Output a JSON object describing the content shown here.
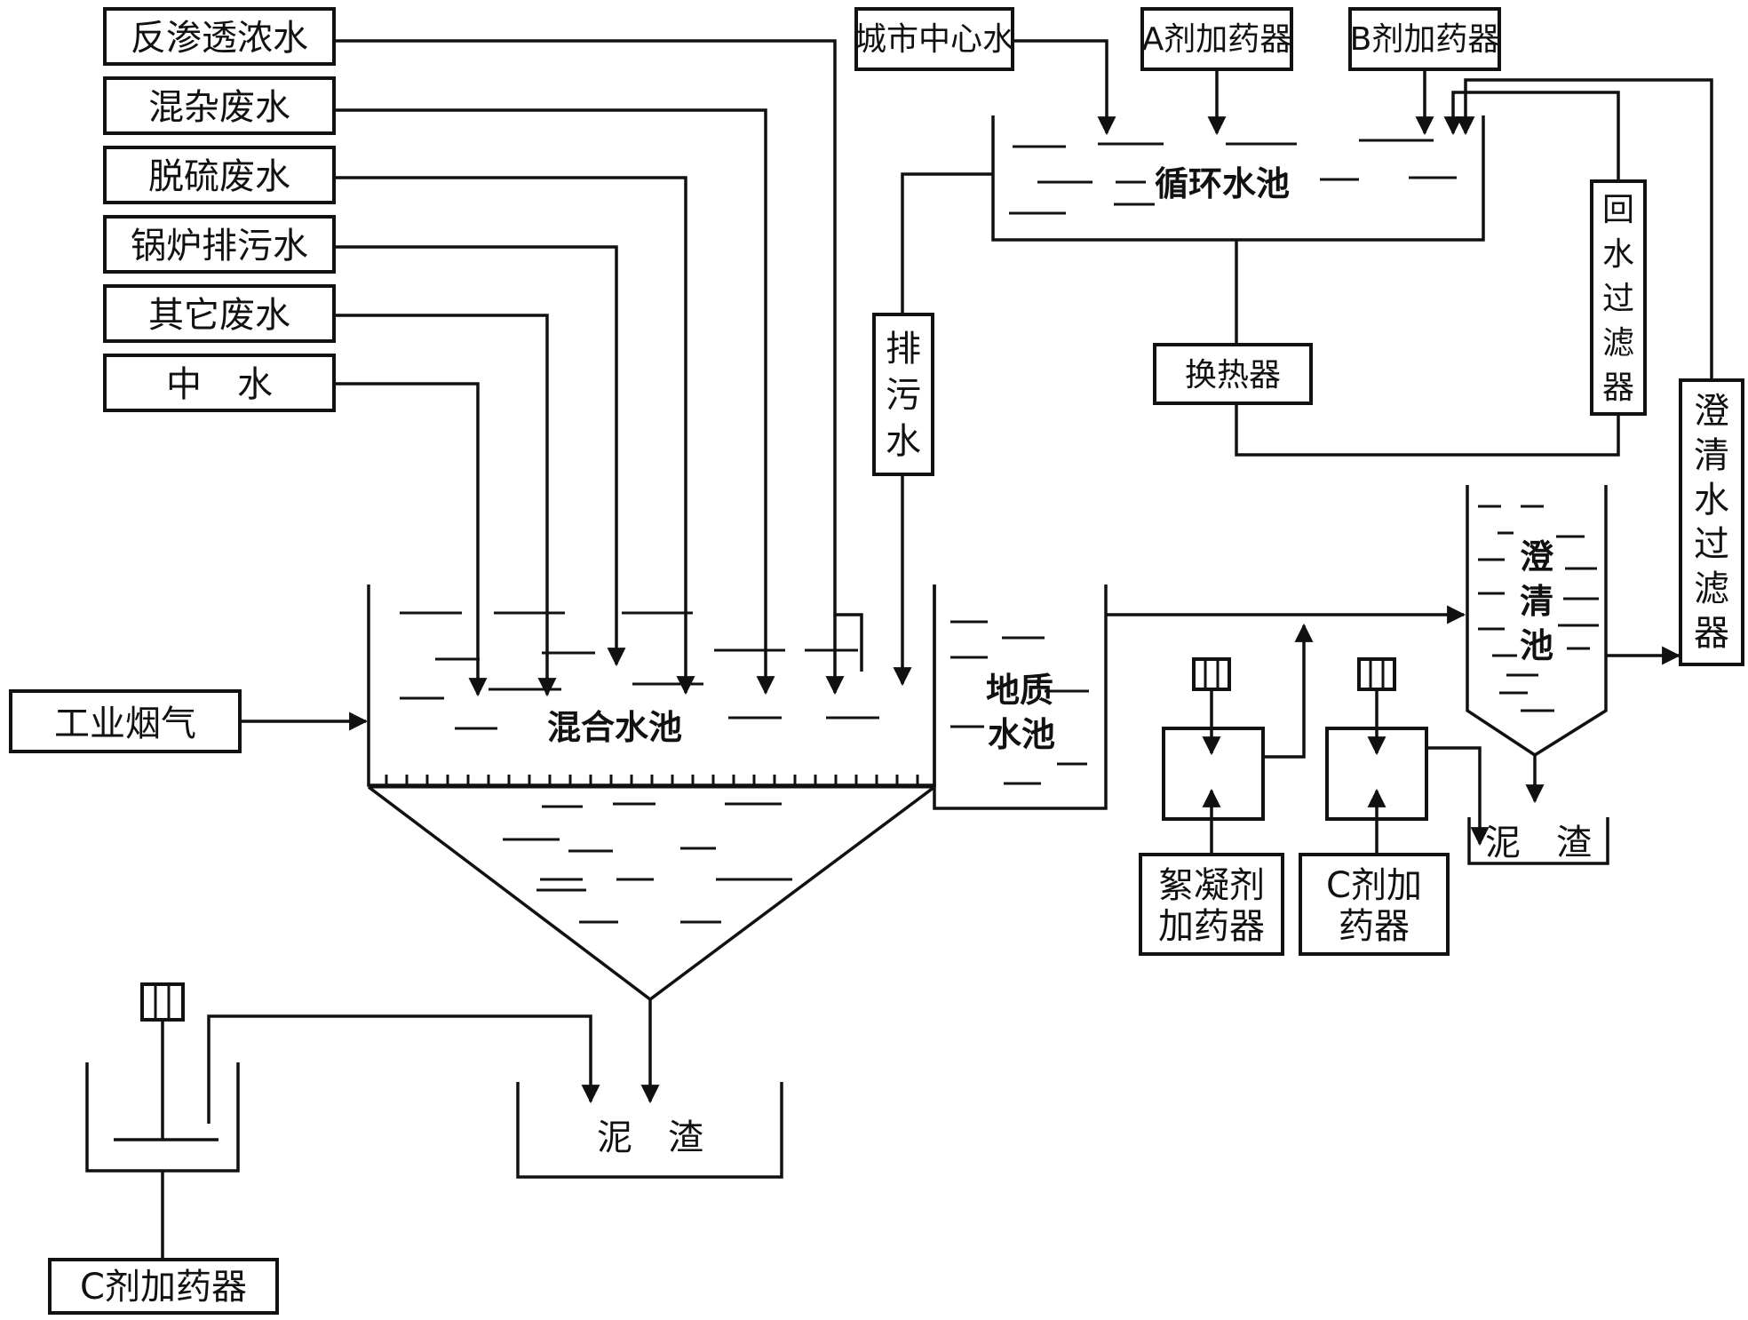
{
  "sources": {
    "reverse_osmosis": "反渗透浓水",
    "mixed_waste": "混杂废水",
    "desulfurization": "脱硫废水",
    "boiler_blowdown": "锅炉排污水",
    "other_waste": "其它废水",
    "reclaimed": "中　水"
  },
  "flue_gas": "工业烟气",
  "mixing_pool": "混合水池",
  "geo_pool": [
    "地质",
    "水池"
  ],
  "city_water": "城市中心水",
  "doser_a": "A剂加药器",
  "doser_b": "B剂加药器",
  "circ_pool": "循环水池",
  "blowdown_water": [
    "排",
    "污",
    "水"
  ],
  "heat_exchanger": "换热器",
  "return_filter": [
    "回",
    "水",
    "过",
    "滤",
    "器"
  ],
  "clarifier": [
    "澄",
    "清",
    "池"
  ],
  "clear_filter": [
    "澄",
    "清",
    "水",
    "过",
    "滤",
    "器"
  ],
  "sludge_main": "泥　渣",
  "sludge_right": "泥　渣",
  "flocculant_doser": [
    "絮凝剂",
    "加药器"
  ],
  "c_doser_right": [
    "C剂加",
    "药器"
  ],
  "c_doser_bottom": "C剂加药器"
}
